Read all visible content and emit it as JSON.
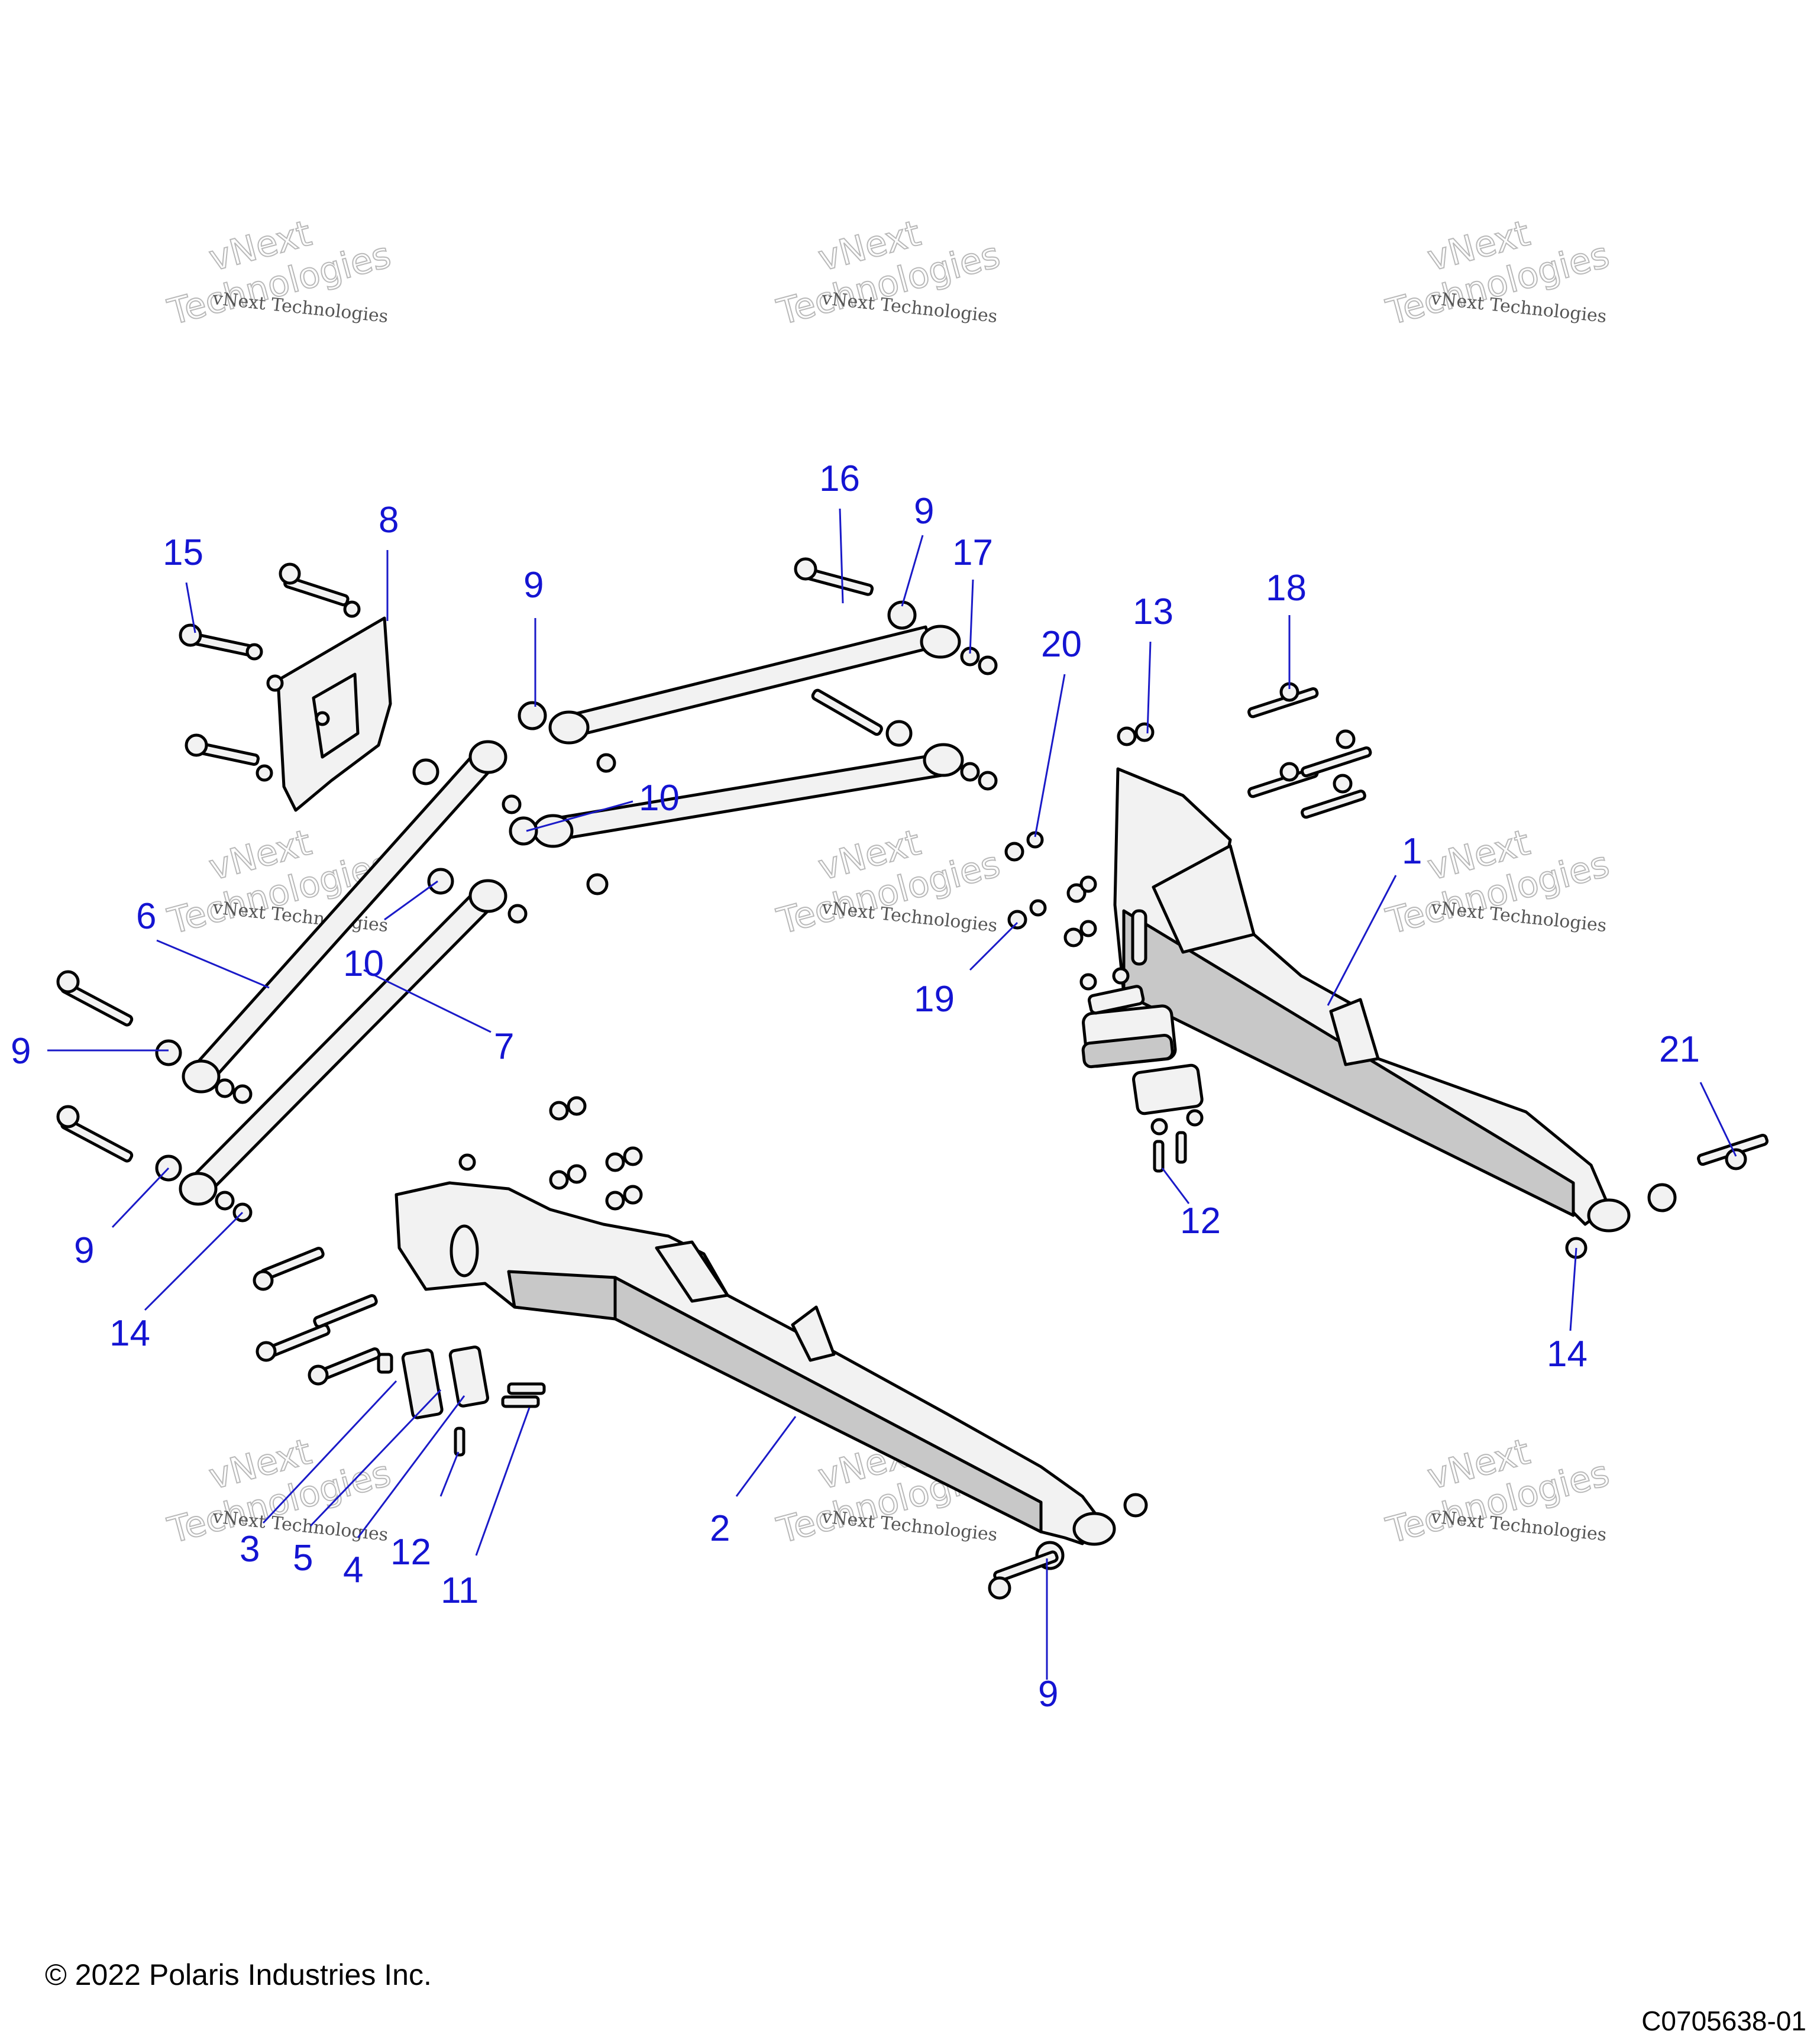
{
  "watermark": {
    "line1": "vNext Technologies",
    "line2": "vNext",
    "line3": "Technologies"
  },
  "callouts": {
    "c1": "1",
    "c2": "2",
    "c3": "3",
    "c4": "4",
    "c5": "5",
    "c6": "6",
    "c7": "7",
    "c8": "8",
    "c9a": "9",
    "c9b": "9",
    "c9c": "9",
    "c9d": "9",
    "c9e": "9",
    "c10a": "10",
    "c10b": "10",
    "c11": "11",
    "c12a": "12",
    "c12b": "12",
    "c13": "13",
    "c14a": "14",
    "c14b": "14",
    "c15": "15",
    "c16": "16",
    "c17": "17",
    "c18": "18",
    "c19": "19",
    "c20": "20",
    "c21": "21"
  },
  "footer": {
    "copyright": "© 2022 Polaris Industries Inc.",
    "figure_id": "C0705638-01"
  },
  "colors": {
    "callout": "#1414d2",
    "part_fill": "#f2f2f2",
    "part_shade": "#c8c8c8",
    "outline": "#000000"
  }
}
